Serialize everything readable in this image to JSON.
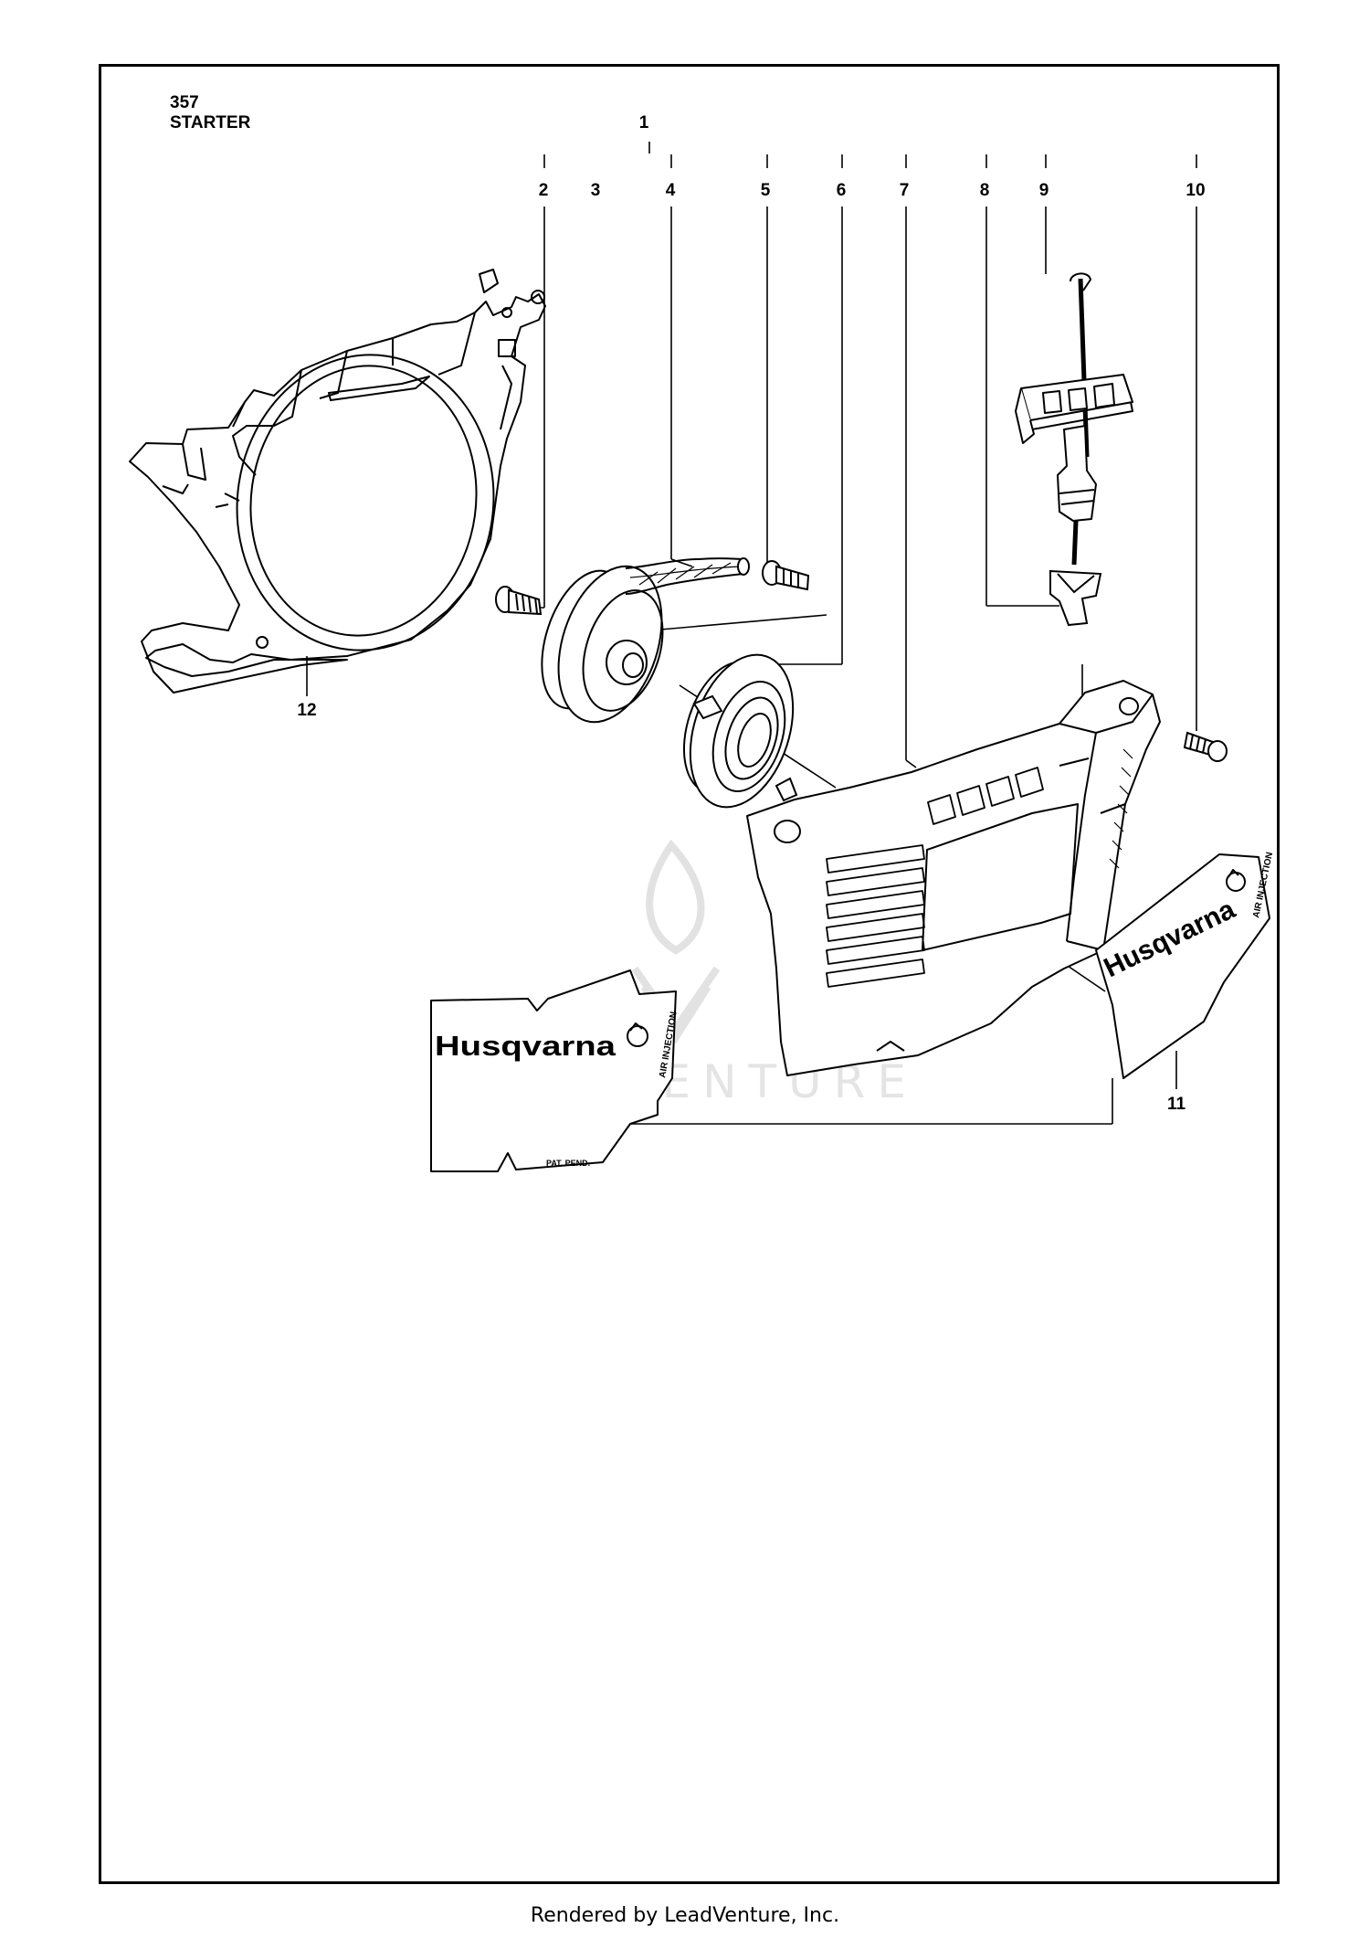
{
  "diagram": {
    "model": "357",
    "section": "STARTER",
    "callouts": [
      "1",
      "2",
      "3",
      "4",
      "5",
      "6",
      "7",
      "8",
      "9",
      "10",
      "11",
      "12"
    ],
    "decals": {
      "brand": "Husqvarna",
      "badge": "AIR INJECTION",
      "note": "PAT. PEND."
    },
    "watermark": "LEADVENTURE"
  },
  "footer": {
    "text": "Rendered by LeadVenture, Inc."
  },
  "colors": {
    "line": "#000000",
    "watermark": "#e4e4e4"
  }
}
